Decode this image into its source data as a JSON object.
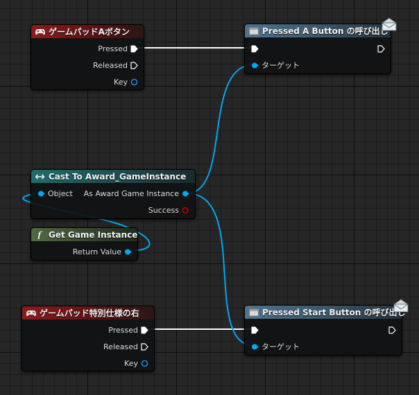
{
  "colors": {
    "exec_wire": "#ffffff",
    "object_wire": "#00a8f0",
    "exec_pin": "#ffffff",
    "object_pin": "#00a8f0",
    "struct_pin": "#0072c6",
    "bool_pin": "#c00000",
    "event_header": "#8c1c1c",
    "function_header": "#4f7390",
    "cast_header": "#1f6c6c",
    "pure_header": "#4f6b40"
  },
  "nodes": {
    "gamepad_a": {
      "title": "ゲームパッドAボタン",
      "icon": "gamepad-icon",
      "pins": {
        "pressed": "Pressed",
        "released": "Released",
        "key": "Key"
      }
    },
    "pressed_a_call": {
      "title": "Pressed A Button の呼び出し",
      "icon": "function-icon",
      "pins": {
        "target": "ターゲット"
      }
    },
    "cast": {
      "title": "Cast To Award_GameInstance",
      "icon": "cast-icon",
      "pins": {
        "object": "Object",
        "as_award": "As Award Game Instance",
        "success": "Success"
      }
    },
    "get_game_instance": {
      "title": "Get Game Instance",
      "icon": "pure-function-icon",
      "pins": {
        "return_value": "Return Value"
      }
    },
    "gamepad_special": {
      "title": "ゲームパッド特別仕様の右",
      "icon": "gamepad-icon",
      "pins": {
        "pressed": "Pressed",
        "released": "Released",
        "key": "Key"
      }
    },
    "pressed_start_call": {
      "title": "Pressed Start Button の呼び出し",
      "icon": "function-icon",
      "pins": {
        "target": "ターゲット"
      }
    }
  }
}
